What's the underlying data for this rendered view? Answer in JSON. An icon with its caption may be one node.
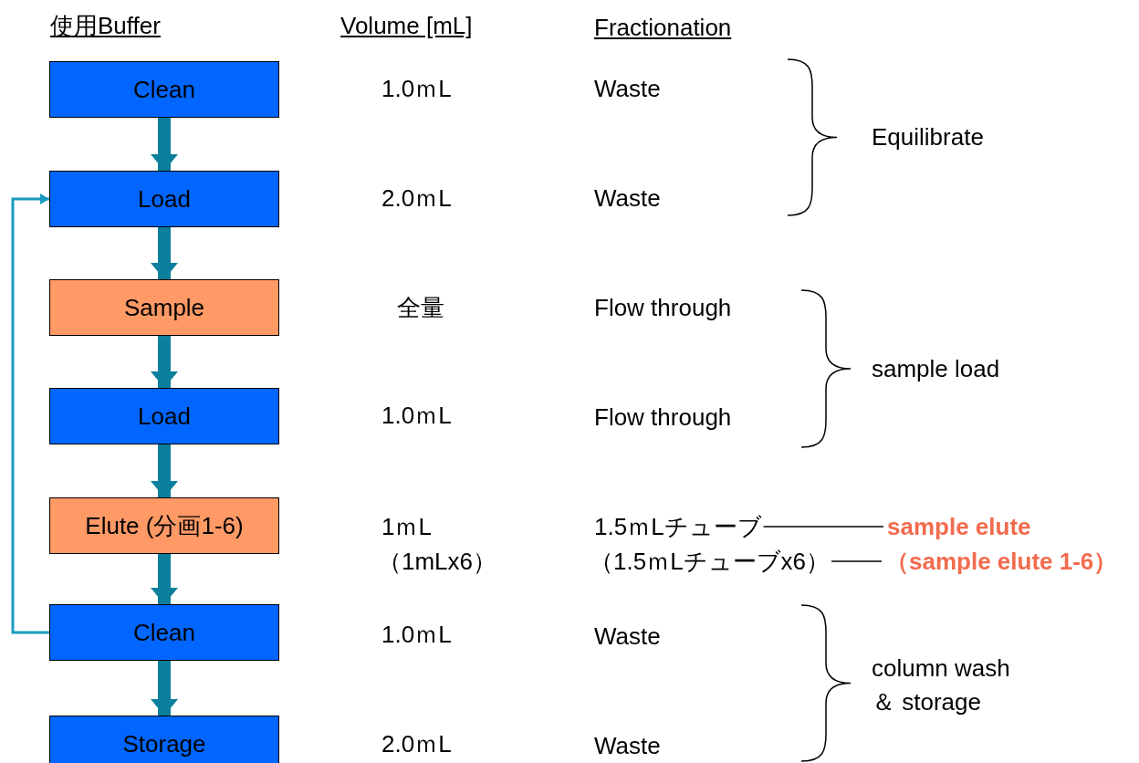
{
  "diagram": {
    "nodes": [
      {
        "text": [
          "Clean"
        ]
      },
      {
        "text": [
          "Load"
        ]
      },
      {
        "text": [
          "Sample"
        ]
      },
      {
        "text": [
          "Load"
        ]
      },
      {
        "text": [
          "Elute (分画1-6)"
        ]
      },
      {
        "text": [
          "Clean"
        ]
      },
      {
        "text": [
          "Storage"
        ]
      },
      {
        "text": [
          "1.5ｍLチューブ"
        ]
      },
      {
        "text": [
          "（1.5ｍLチューブx6）"
        ]
      },
      {
        "text": [
          "sample elute"
        ]
      },
      {
        "text": [
          "（sample elute 1-6）"
        ]
      }
    ],
    "edges": [
      {
        "from": 0,
        "to": 1,
        "arrow": "to"
      },
      {
        "from": 1,
        "to": 2,
        "arrow": "to"
      },
      {
        "from": 2,
        "to": 3,
        "arrow": "to"
      },
      {
        "from": 3,
        "to": 4,
        "arrow": "to"
      },
      {
        "from": 4,
        "to": 5,
        "arrow": "to"
      },
      {
        "from": 5,
        "to": 6,
        "arrow": "to"
      },
      {
        "from": 5,
        "to": 1,
        "arrow": "to",
        "color": "#1a9cc0"
      },
      {
        "from": 7,
        "to": 9,
        "arrow": "none",
        "color": "#000000"
      },
      {
        "from": 8,
        "to": 10,
        "arrow": "none",
        "color": "#000000"
      }
    ],
    "labels": [
      "使用Buffer",
      "Volume [mL]",
      "Fractionation",
      "1.0ｍL",
      "Waste",
      "Equilibrate",
      "2.0ｍL",
      "Waste",
      "全量",
      "Flow through",
      "sample load",
      "1.0ｍL",
      "Flow through",
      "1ｍL",
      "（1mLx6）",
      "1.0ｍL",
      "Waste",
      "column wash ＆ storage",
      "2.0ｍL",
      "Waste"
    ]
  }
}
